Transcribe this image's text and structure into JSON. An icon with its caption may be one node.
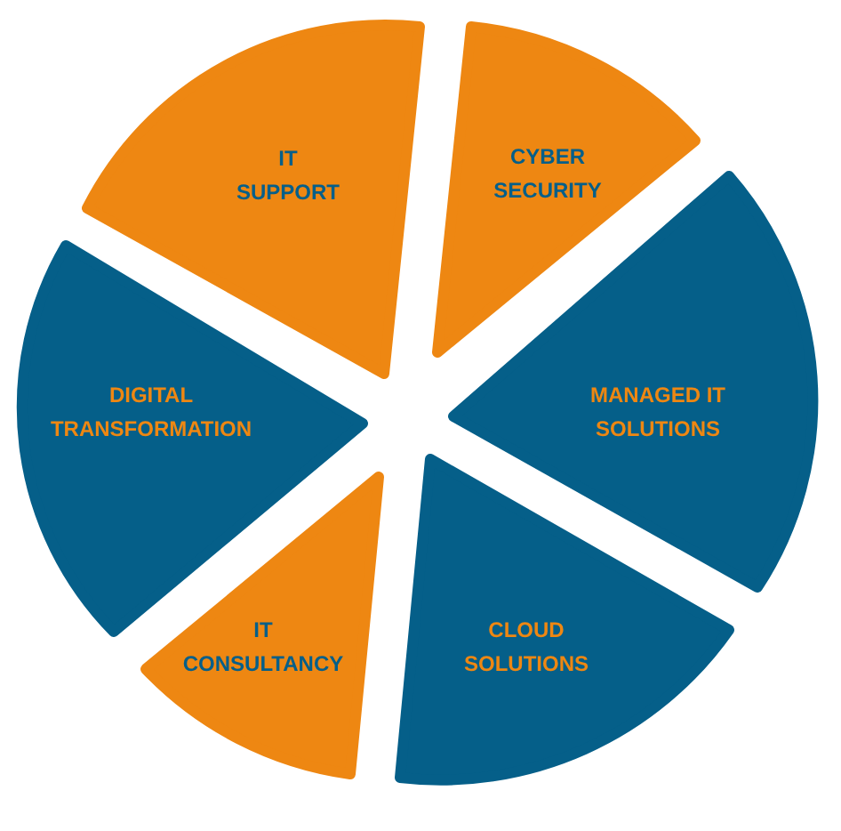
{
  "diagram": {
    "nodes": [
      {
        "text": [
          "IT SUPPORT"
        ]
      },
      {
        "text": [
          "CYBER SECURITY"
        ]
      },
      {
        "text": [
          "MANAGED IT SOLUTIONS"
        ]
      },
      {
        "text": [
          "CLOUD SOLUTIONS"
        ]
      },
      {
        "text": [
          "IT CONSULTANCY"
        ]
      },
      {
        "text": [
          "DIGITAL TRANSFORMATION"
        ]
      }
    ]
  }
}
